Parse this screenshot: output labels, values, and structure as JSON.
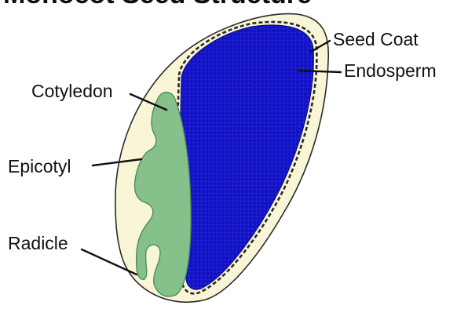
{
  "title": "Monocot Seed Structure",
  "labels": {
    "seed_coat": "Seed Coat",
    "endosperm": "Endosperm",
    "cotyledon": "Cotyledon",
    "epicotyl": "Epicotyl",
    "radicle": "Radicle"
  },
  "colors": {
    "seed_coat_fill": "#f8f6d6",
    "outline": "#2a2a2a",
    "endosperm_fill": "#1414c8",
    "embryo_fill": "#86c08a",
    "embryo_edge": "#4f8f56",
    "text": "#111111"
  }
}
